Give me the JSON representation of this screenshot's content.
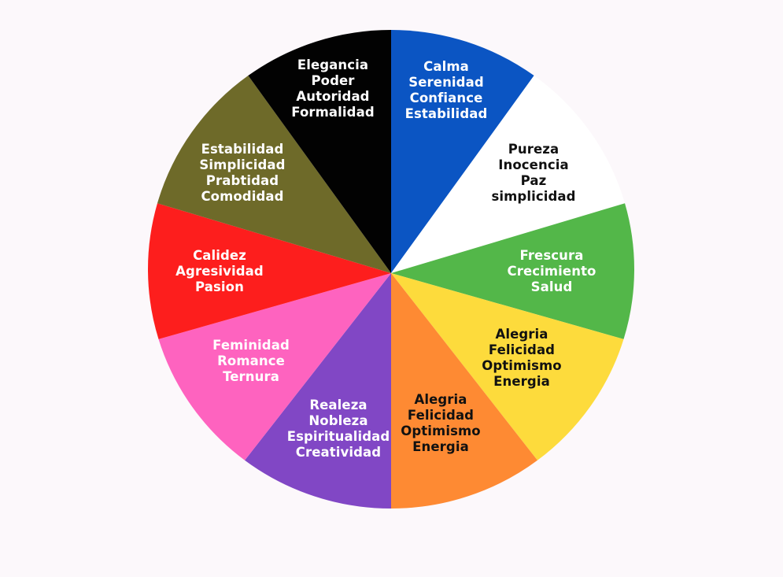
{
  "slices": [
    {
      "name": "blue",
      "color": "#0b55c3",
      "text_color": "#ffffff",
      "lines": [
        "Calma",
        "Serenidad",
        "Confiance",
        "Estabilidad"
      ]
    },
    {
      "name": "white",
      "color": "#ffffff",
      "text_color": "#111111",
      "lines": [
        "Pureza",
        "Inocencia",
        "Paz",
        "simplicidad"
      ]
    },
    {
      "name": "green",
      "color": "#53b749",
      "text_color": "#ffffff",
      "lines": [
        "Frescura",
        "Crecimiento",
        "Salud"
      ]
    },
    {
      "name": "yellow",
      "color": "#fddb3c",
      "text_color": "#111111",
      "lines": [
        "Alegria",
        "Felicidad",
        "Optimismo",
        "Energia"
      ]
    },
    {
      "name": "orange",
      "color": "#fe8a33",
      "text_color": "#111111",
      "lines": [
        "Alegria",
        "Felicidad",
        "Optimismo",
        "Energia"
      ]
    },
    {
      "name": "purple",
      "color": "#8147c5",
      "text_color": "#ffffff",
      "lines": [
        "Realeza",
        "Nobleza",
        "Espiritualidad",
        "Creatividad"
      ]
    },
    {
      "name": "pink",
      "color": "#fe63bf",
      "text_color": "#ffffff",
      "lines": [
        "Feminidad",
        "Romance",
        "Ternura"
      ]
    },
    {
      "name": "red",
      "color": "#fd1e1d",
      "text_color": "#ffffff",
      "lines": [
        "Calidez",
        "Agresividad",
        "Pasion"
      ]
    },
    {
      "name": "olive",
      "color": "#6e6a29",
      "text_color": "#ffffff",
      "lines": [
        "Estabilidad",
        "Simplicidad",
        "Prabtidad",
        "Comodidad"
      ]
    },
    {
      "name": "black",
      "color": "#020202",
      "text_color": "#ffffff",
      "lines": [
        "Elegancia",
        "Poder",
        "Autoridad",
        "Formalidad"
      ]
    }
  ]
}
